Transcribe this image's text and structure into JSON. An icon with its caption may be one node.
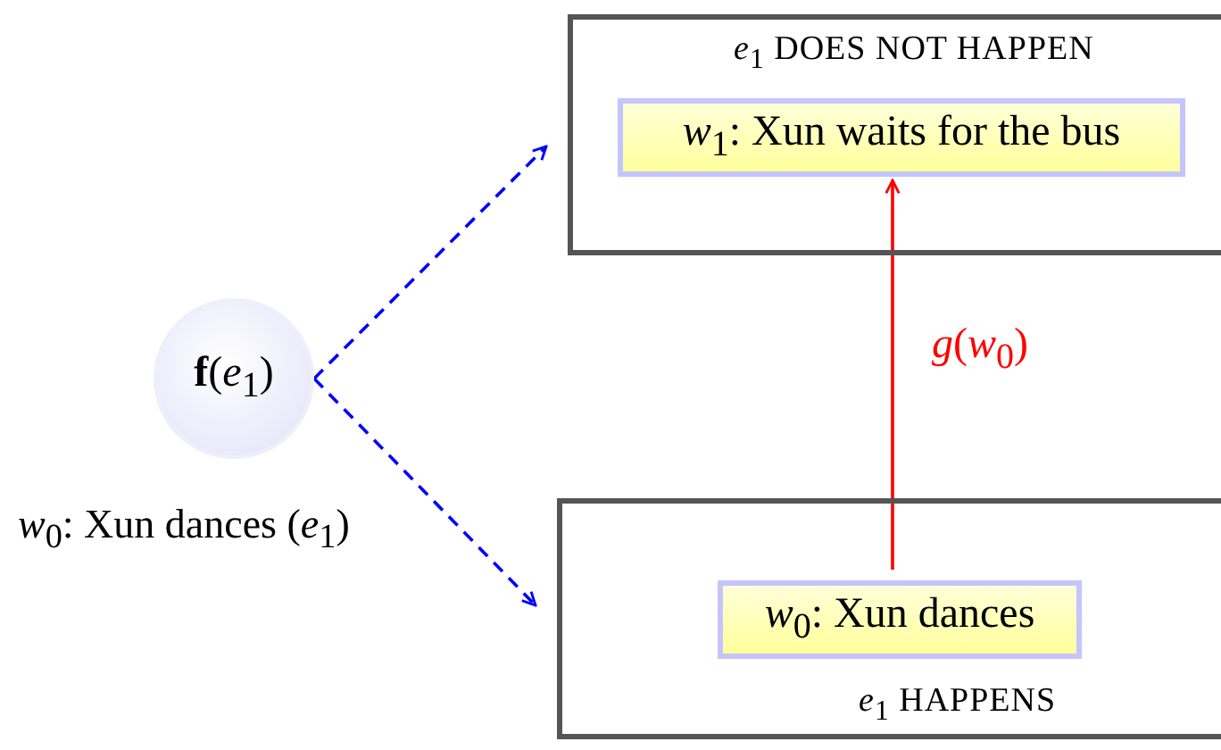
{
  "diagram": {
    "nodes": [
      {
        "text": [
          "*e*$_{1}$ DOES NOT HAPPEN"
        ]
      },
      {
        "text": [
          "*w*$_{1}$: Xun waits for the bus"
        ],
        "in": 0
      },
      {
        "text": [
          "**f**(*e*$_{1}$)"
        ],
        "beside": [
          "*w*$_{0}$: Xun dances (*e*$_{1}$)"
        ]
      },
      {
        "text": [
          "*e*$_{1}$ HAPPENS"
        ]
      },
      {
        "text": [
          "*w*$_{0}$: Xun dances"
        ],
        "in": 3
      }
    ],
    "edges": [
      {
        "from": 2,
        "to": 0,
        "arrow": "to",
        "style": "dashed",
        "color": "#0000ff"
      },
      {
        "from": 2,
        "to": 3,
        "arrow": "to",
        "style": "dashed",
        "color": "#0000ff"
      },
      {
        "from": 4,
        "to": 1,
        "arrow": "to",
        "label": "*g*(*w*$_{0}$)",
        "color": "#ff0000"
      }
    ]
  }
}
